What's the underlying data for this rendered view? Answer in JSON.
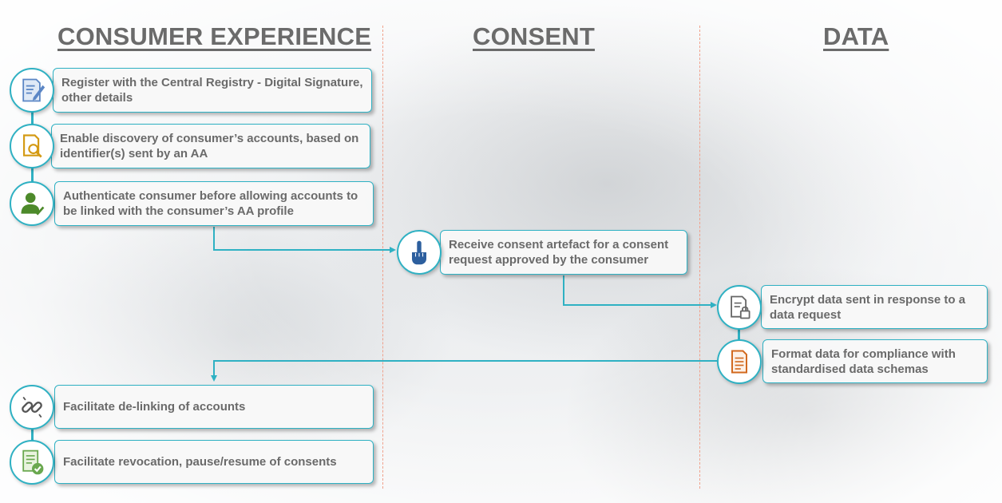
{
  "headers": {
    "consumer_experience": "CONSUMER EXPERIENCE",
    "consent": "CONSENT",
    "data": "DATA"
  },
  "consumer_experience": {
    "steps": [
      {
        "icon": "signature-document-icon",
        "text": "Register with the Central Registry - Digital Signature, other details"
      },
      {
        "icon": "document-search-icon",
        "text": "Enable discovery of consumer’s accounts, based on identifier(s) sent by an AA"
      },
      {
        "icon": "user-check-icon",
        "text": "Authenticate consumer before allowing accounts to be linked with the consumer’s AA profile"
      }
    ],
    "later_steps": [
      {
        "icon": "broken-link-icon",
        "text": "Facilitate de-linking of accounts"
      },
      {
        "icon": "checklist-approved-icon",
        "text": "Facilitate revocation, pause/resume of consents"
      }
    ]
  },
  "consent": {
    "steps": [
      {
        "icon": "pointing-hand-icon",
        "text": "Receive consent artefact for a consent request approved by the consumer"
      }
    ]
  },
  "data": {
    "steps": [
      {
        "icon": "encrypted-document-icon",
        "text": "Encrypt data sent in response to a data request"
      },
      {
        "icon": "data-schema-document-icon",
        "text": "Format data for compliance with standardised data schemas"
      }
    ]
  },
  "colors": {
    "accent": "#2fb1c3",
    "header_text": "#6b6b6b",
    "divider": "#f0a08a",
    "box_text": "#6a6a6a"
  }
}
